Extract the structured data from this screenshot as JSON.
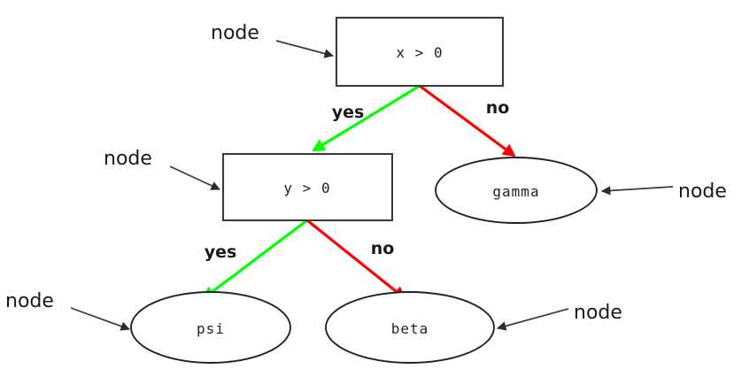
{
  "diagram": {
    "type": "decision-tree",
    "title": "",
    "background_color": "#ffffff",
    "colors": {
      "yes_edge": "#00ff00",
      "no_edge": "#ff0000",
      "box_stroke": "#3b3b3b",
      "ellipse_stroke": "#222222",
      "annotation_stroke": "#3a3a3a",
      "text": "#1a1a1a"
    },
    "nodes": {
      "root": {
        "label": "x > 0",
        "shape": "box"
      },
      "second": {
        "label": "y > 0",
        "shape": "box"
      },
      "gamma": {
        "label": "gamma",
        "shape": "ellipse"
      },
      "psi": {
        "label": "psi",
        "shape": "ellipse"
      },
      "beta": {
        "label": "beta",
        "shape": "ellipse"
      }
    },
    "edges": [
      {
        "from": "x > 0",
        "to": "y > 0",
        "label": "yes",
        "color": "#00ff00"
      },
      {
        "from": "x > 0",
        "to": "gamma",
        "label": "no",
        "color": "#ff0000"
      },
      {
        "from": "y > 0",
        "to": "psi",
        "label": "yes",
        "color": "#00ff00"
      },
      {
        "from": "y > 0",
        "to": "beta",
        "label": "no",
        "color": "#ff0000"
      }
    ],
    "edge_labels": {
      "root_yes": "yes",
      "root_no": "no",
      "second_yes": "yes",
      "second_no": "no"
    },
    "annotations": [
      {
        "id": "annotation-root",
        "label": "node",
        "target": "x > 0"
      },
      {
        "id": "annotation-second",
        "label": "node",
        "target": "y > 0"
      },
      {
        "id": "annotation-gamma",
        "label": "node",
        "target": "gamma"
      },
      {
        "id": "annotation-psi",
        "label": "node",
        "target": "psi"
      },
      {
        "id": "annotation-beta",
        "label": "node",
        "target": "beta"
      }
    ],
    "annotation_labels": {
      "root": "node",
      "second": "node",
      "gamma": "node",
      "psi": "node",
      "beta": "node"
    }
  }
}
